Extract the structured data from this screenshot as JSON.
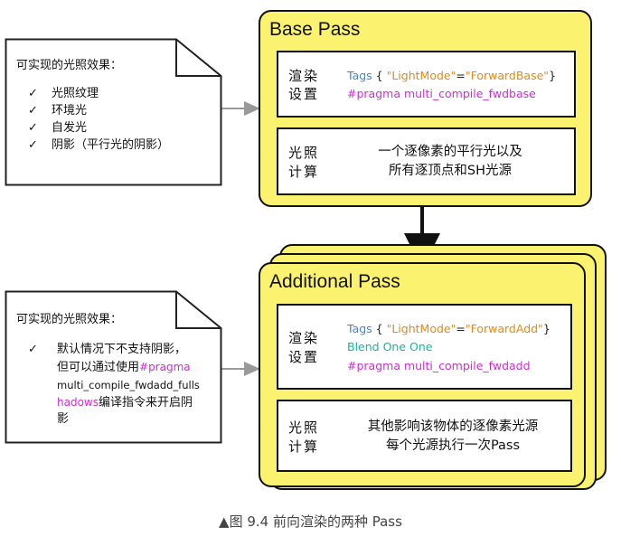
{
  "base_pass": {
    "title": "Base Pass",
    "render_label_1": "渲染",
    "render_label_2": "设置",
    "tags_kw": "Tags",
    "tags_open": " { ",
    "lightmode_key": "\"LightMode\"",
    "equals": "=",
    "lightmode_value": "\"ForwardBase\"",
    "tags_close": "}",
    "pragma": "#pragma multi_compile_fwdbase",
    "light_label_1": "光照",
    "light_label_2": "计算",
    "light_desc_1": "一个逐像素的平行光以及",
    "light_desc_2": "所有逐顶点和SH光源"
  },
  "base_note": {
    "heading": "可实现的光照效果：",
    "items": [
      "光照纹理",
      "环境光",
      "自发光",
      "阴影（平行光的阴影）"
    ],
    "check": "✓"
  },
  "add_pass": {
    "title": "Additional Pass",
    "render_label_1": "渲染",
    "render_label_2": "设置",
    "tags_kw": "Tags",
    "tags_open": " { ",
    "lightmode_key": "\"LightMode\"",
    "equals": "=",
    "lightmode_value": "\"ForwardAdd\"",
    "tags_close": "}",
    "blend": "Blend One One",
    "pragma": "#pragma multi_compile_fwdadd",
    "light_label_1": "光照",
    "light_label_2": "计算",
    "light_desc_1": "其他影响该物体的逐像素光源",
    "light_desc_2": "每个光源执行一次Pass"
  },
  "add_note": {
    "heading": "可实现的光照效果：",
    "check": "✓",
    "line1": "默认情况下不支持阴影，",
    "line2_a": "但可以通过使用",
    "line2_b": "#pragma",
    "line3": "multi_compile_fwdadd_fulls",
    "line4_a": "hadows",
    "line4_b": "编译指令来开启阴",
    "line5": "影"
  },
  "caption": "▲图 9.4   前向渲染的两种 Pass",
  "colors": {
    "yellow": "#fbf36f",
    "tag_blue": "#3f86d6",
    "string_orange": "#e08a18",
    "pragma_magenta": "#cc2fd0",
    "blend_teal": "#19b2a0"
  }
}
